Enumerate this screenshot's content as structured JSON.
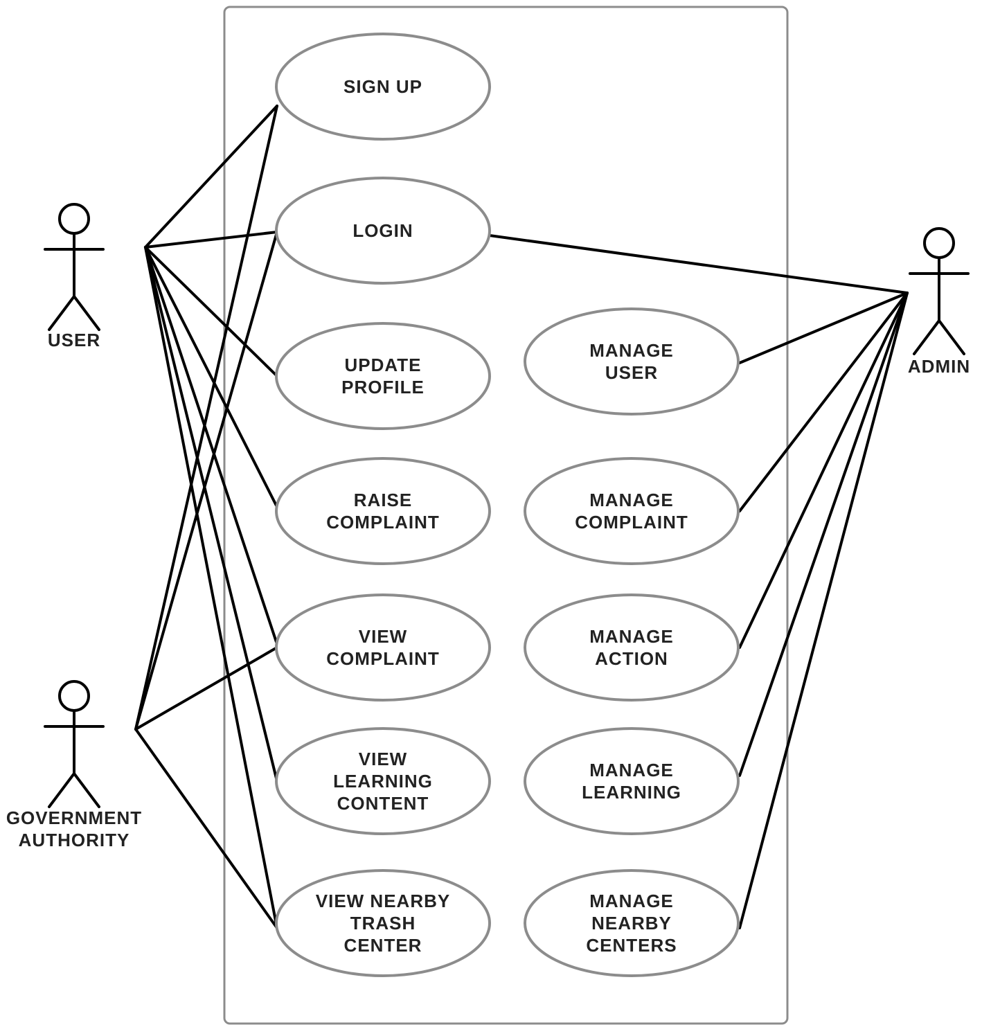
{
  "use_cases": {
    "sign_up": [
      "SIGN UP"
    ],
    "login": [
      "LOGIN"
    ],
    "update_profile": [
      "UPDATE",
      "PROFILE"
    ],
    "raise_complaint": [
      "RAISE",
      "COMPLAINT"
    ],
    "view_complaint": [
      "VIEW",
      "COMPLAINT"
    ],
    "view_learning_content": [
      "VIEW",
      "LEARNING",
      "CONTENT"
    ],
    "view_nearby_trash_center": [
      "VIEW NEARBY",
      "TRASH",
      "CENTER"
    ],
    "manage_user": [
      "MANAGE",
      "USER"
    ],
    "manage_complaint": [
      "MANAGE",
      "COMPLAINT"
    ],
    "manage_action": [
      "MANAGE",
      "ACTION"
    ],
    "manage_learning": [
      "MANAGE",
      "LEARNING"
    ],
    "manage_nearby_centers": [
      "MANAGE",
      "NEARBY",
      "CENTERS"
    ]
  },
  "actors": {
    "user": [
      "USER"
    ],
    "government_authority": [
      "GOVERNMENT",
      "AUTHORITY"
    ],
    "admin": [
      "ADMIN"
    ]
  },
  "associations": [
    [
      "user",
      "sign_up"
    ],
    [
      "user",
      "login"
    ],
    [
      "user",
      "update_profile"
    ],
    [
      "user",
      "raise_complaint"
    ],
    [
      "user",
      "view_complaint"
    ],
    [
      "user",
      "view_learning_content"
    ],
    [
      "user",
      "view_nearby_trash_center"
    ],
    [
      "government_authority",
      "sign_up"
    ],
    [
      "government_authority",
      "login"
    ],
    [
      "government_authority",
      "view_complaint"
    ],
    [
      "government_authority",
      "view_nearby_trash_center"
    ],
    [
      "admin",
      "login"
    ],
    [
      "admin",
      "manage_user"
    ],
    [
      "admin",
      "manage_complaint"
    ],
    [
      "admin",
      "manage_action"
    ],
    [
      "admin",
      "manage_learning"
    ],
    [
      "admin",
      "manage_nearby_centers"
    ]
  ]
}
